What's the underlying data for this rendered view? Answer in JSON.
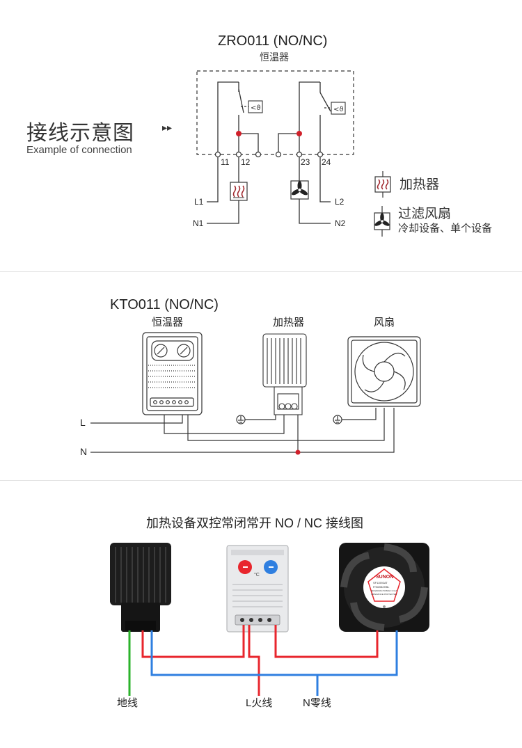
{
  "section1": {
    "model": "ZRO011 (NO/NC)",
    "subtitle": "恒温器",
    "heading": "接线示意图",
    "heading_en": "Example of connection",
    "arrows": "▸▸",
    "terminals": [
      "11",
      "12",
      "23",
      "24"
    ],
    "lines": {
      "l1": "L1",
      "n1": "N1",
      "l2": "L2",
      "n2": "N2"
    },
    "legend": {
      "heater": "加热器",
      "fan": "过滤风扇",
      "fan_sub": "冷却设备、单个设备"
    }
  },
  "section2": {
    "model": "KTO011 (NO/NC)",
    "thermostat": "恒温器",
    "heater": "加热器",
    "fan": "风扇",
    "l": "L",
    "n": "N"
  },
  "section3": {
    "title": "加热设备双控常闭常开 NO / NC 接线图",
    "ground": "地线",
    "live": "L火线",
    "neutral": "N零线",
    "fan_brand": "SUNON",
    "fan_line1": "SF11592AT",
    "fan_line2": "P/N2082HBL",
    "fan_line3": "220/240VAC 50/60Hz 0.14A",
    "fan_line4": "IMPEDANCE PROTECTED",
    "unit": "°C"
  },
  "colors": {
    "live": "#e8262d",
    "neutral": "#2f7fe0",
    "ground": "#2bb32b",
    "node": "#d0202a"
  }
}
